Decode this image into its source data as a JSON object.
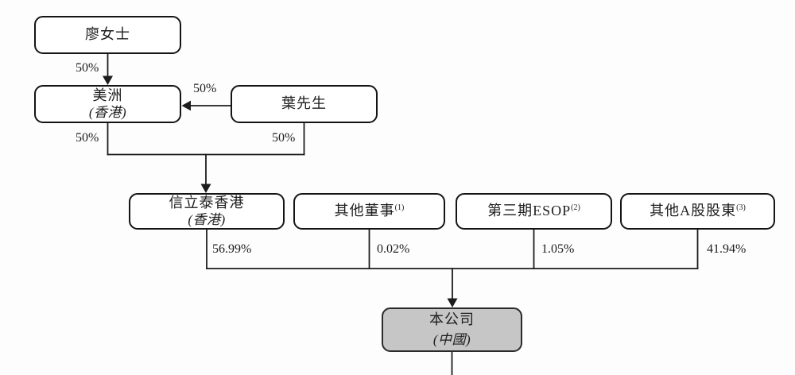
{
  "diagram": {
    "nodes": {
      "liao": {
        "label": "廖女士"
      },
      "meizhou": {
        "label": "美洲",
        "sublabel": "(香港)"
      },
      "ye": {
        "label": "葉先生"
      },
      "sinolink": {
        "label": "信立泰香港",
        "sublabel": "(香港)"
      },
      "directors": {
        "label": "其他董事",
        "sup": "(1)"
      },
      "esop": {
        "label": "第三期ESOP",
        "sup": "(2)"
      },
      "ashare": {
        "label": "其他A股股東",
        "sup": "(3)"
      },
      "company": {
        "label": "本公司",
        "sublabel": "(中國)"
      }
    },
    "edge_labels": {
      "liao_to_meizhou": "50%",
      "ye_to_meizhou": "50%",
      "meizhou_down": "50%",
      "ye_down": "50%",
      "sinolink_to_company": "56.99%",
      "directors_to_company": "0.02%",
      "esop_to_company": "1.05%",
      "ashare_to_company": "41.94%"
    },
    "colors": {
      "line": "#1c1c1c",
      "node_border": "#141414",
      "company_fill": "#c6c6c6",
      "background": "#fdfdfd"
    }
  }
}
